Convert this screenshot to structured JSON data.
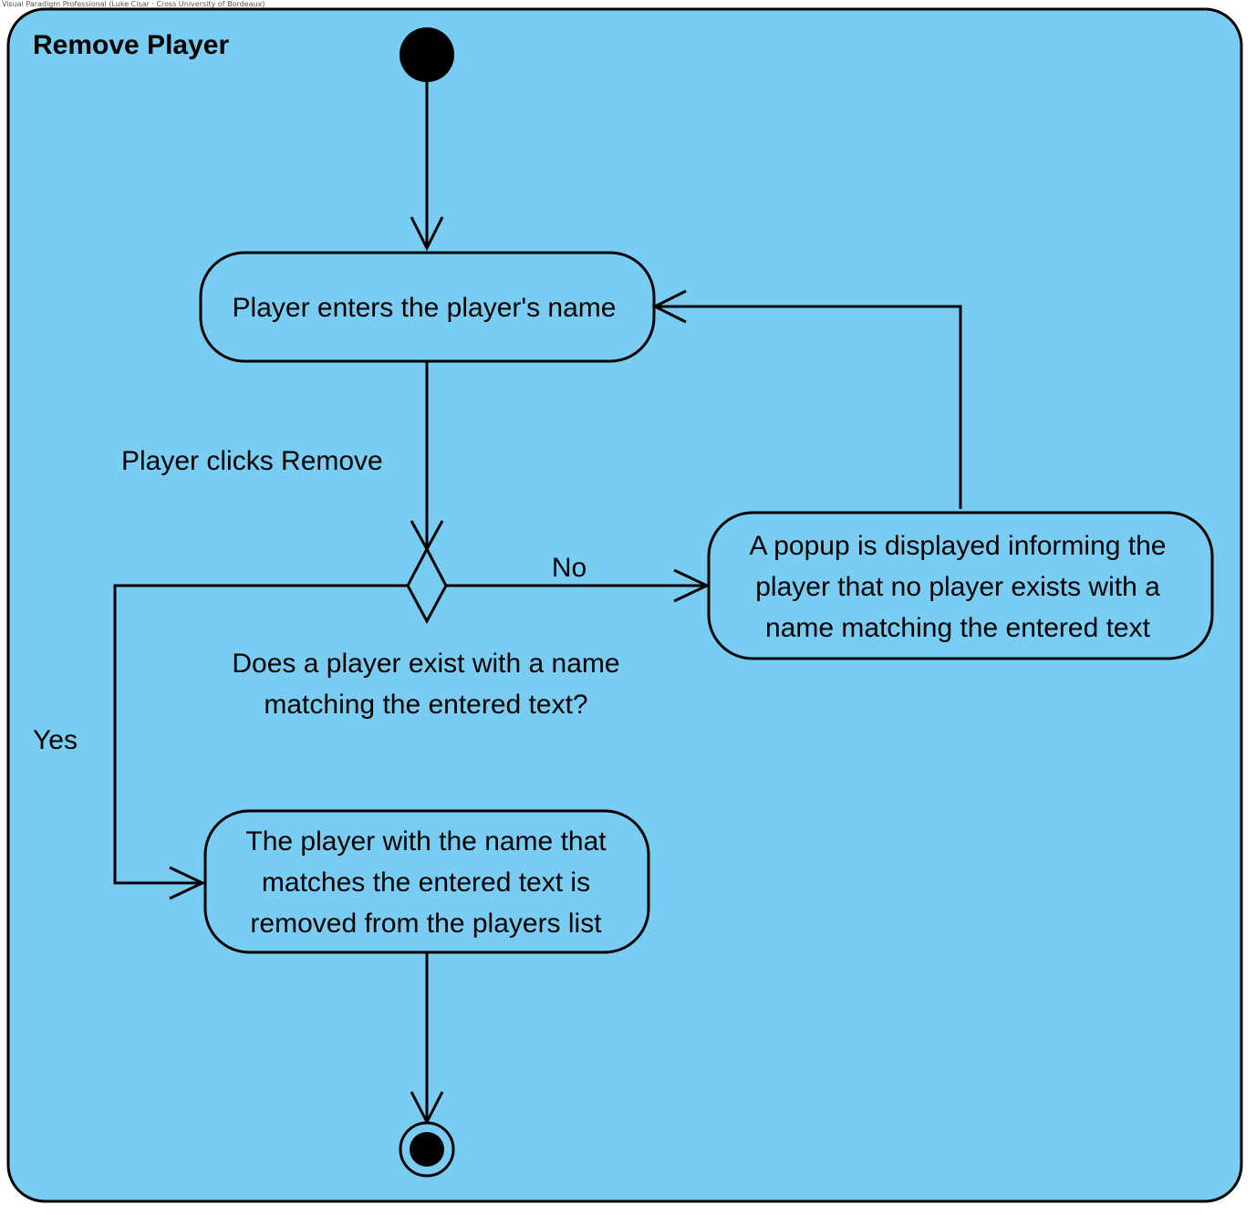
{
  "watermark": "Visual Paradigm Professional (Luke Cisar · Cross University of Bordeaux)",
  "frame": {
    "title": "Remove Player"
  },
  "nodes": {
    "enter_name": "Player enters the player's name",
    "popup": [
      "A popup is displayed informing the",
      "player that no player exists with a",
      "name matching the entered text"
    ],
    "removed": [
      "The player with the name that",
      "matches the entered text is",
      "removed from the players list"
    ]
  },
  "decision": {
    "question": [
      "Does a player exist with a name",
      "matching the entered text?"
    ]
  },
  "edges": {
    "clicks_remove": "Player clicks Remove",
    "no": "No",
    "yes": "Yes"
  },
  "colors": {
    "frame_fill": "#79cdf2",
    "action_fill": "#79cdf2",
    "line": "#000000"
  }
}
